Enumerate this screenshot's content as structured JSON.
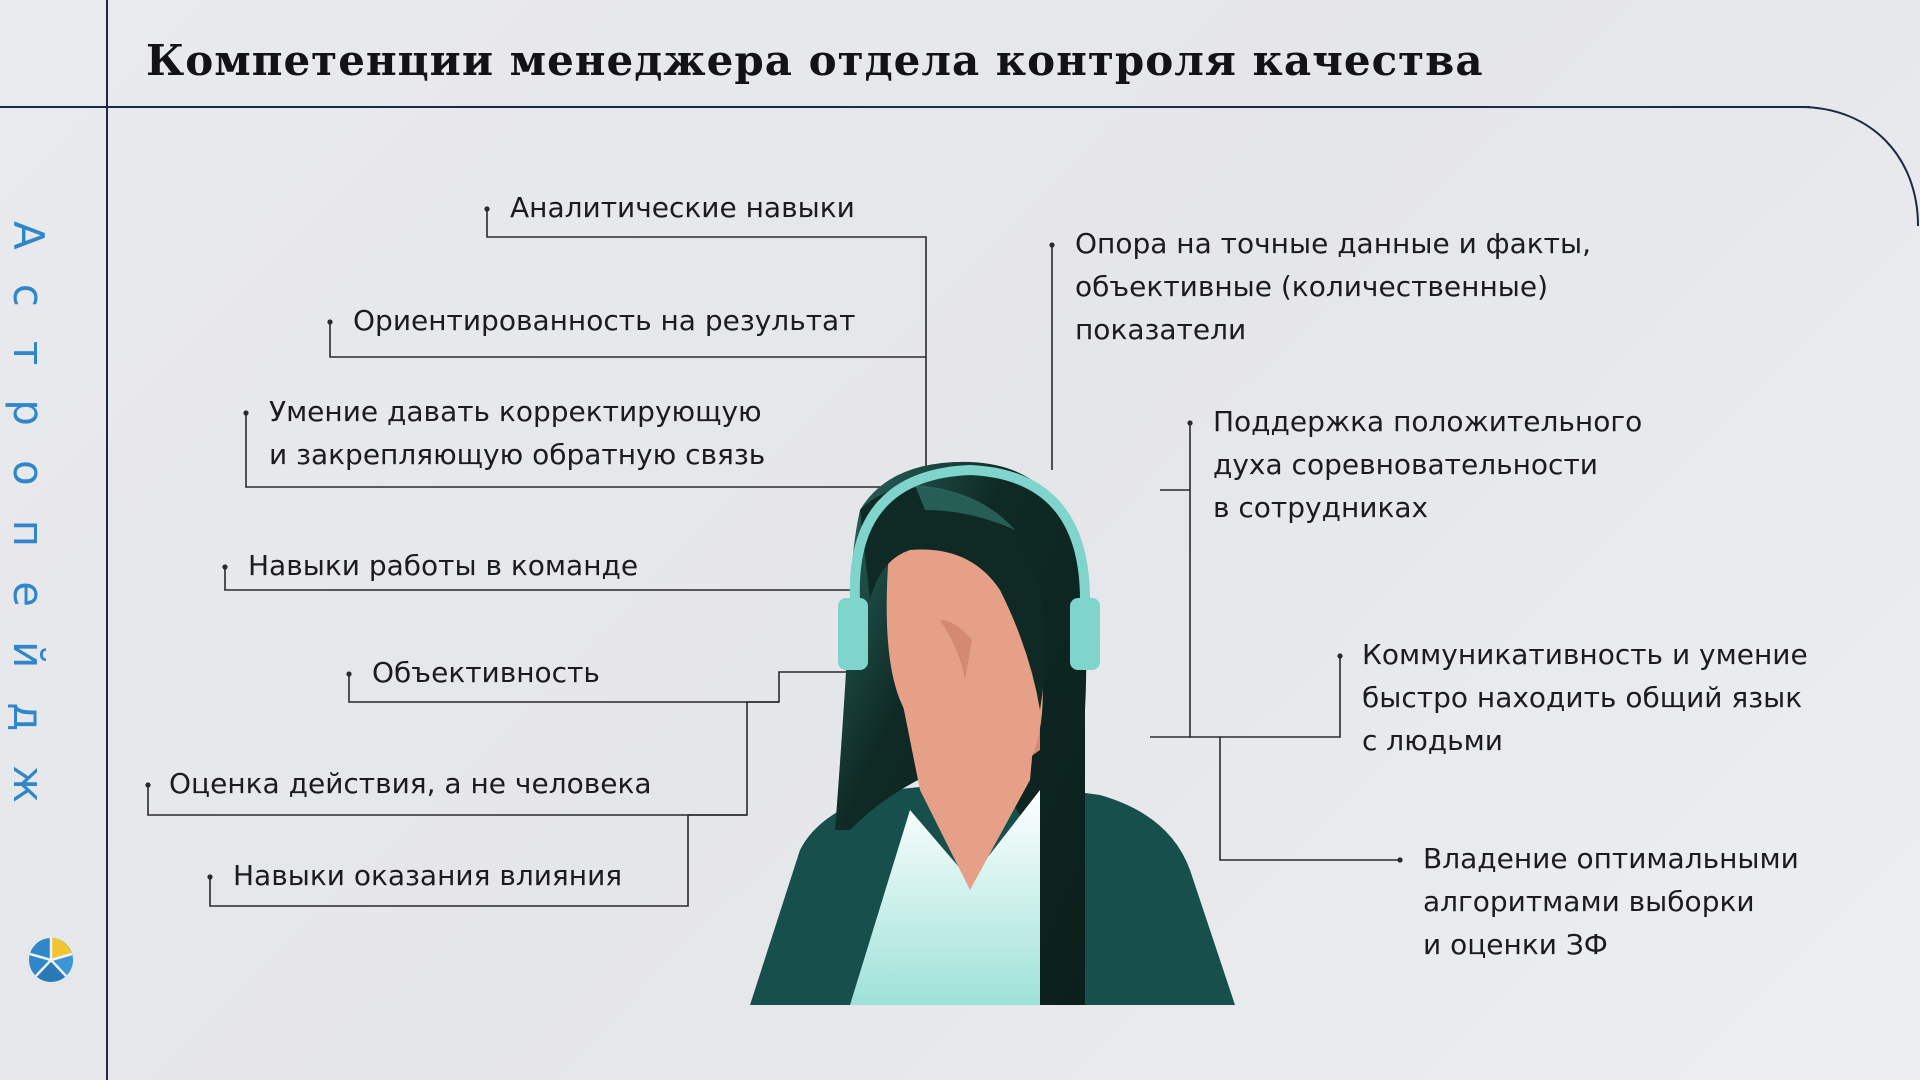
{
  "header": {
    "title": "Компетенции менеджера отдела контроля качества"
  },
  "brand": {
    "name": "Астропейдж",
    "accent": "#2f86c9",
    "logo_icon": "pie-logo-icon"
  },
  "left_items": [
    {
      "label": "Аналитические навыки"
    },
    {
      "label": "Ориентированность на результат"
    },
    {
      "label": "Умение давать корректирующую\nи закрепляющую обратную связь"
    },
    {
      "label": "Навыки работы в команде"
    },
    {
      "label": "Объективность"
    },
    {
      "label": "Оценка действия, а не человека"
    },
    {
      "label": "Навыки оказания влияния"
    }
  ],
  "right_items": [
    {
      "label": "Опора на точные данные и факты,\nобъективные (количественные)\nпоказатели"
    },
    {
      "label": "Поддержка положительного\nдуха соревновательности\nв сотрудниках"
    },
    {
      "label": "Коммуникативность и умение\nбыстро находить общий язык\nс людьми"
    },
    {
      "label": "Владение оптимальными\nалгоритмами выборки\nи оценки ЗФ"
    }
  ],
  "illustration": {
    "icon": "woman-with-headset-icon",
    "colors": {
      "hair": "#0f2a25",
      "skin": "#e5a087",
      "headset": "#7fd4cc",
      "jacket": "#164f4c"
    }
  }
}
